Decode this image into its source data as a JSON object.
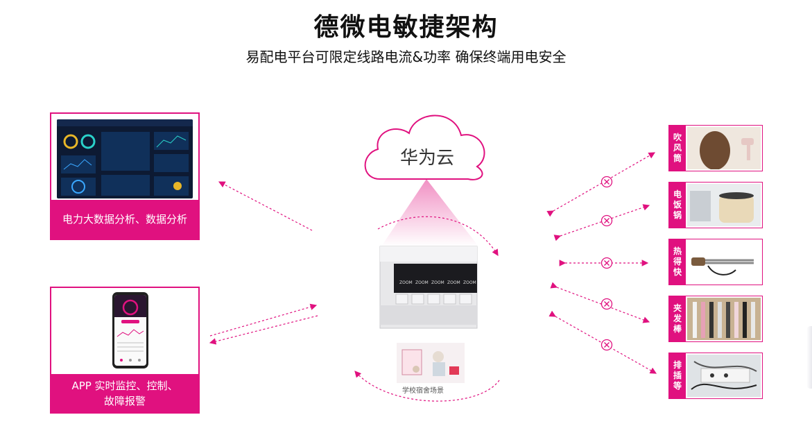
{
  "header": {
    "title": "德微电敏捷架构",
    "subtitle": "易配电平台可限定线路电流&功率  确保终端用电安全"
  },
  "cloud": {
    "label": "华为云"
  },
  "left_cards": [
    {
      "caption": "电力大数据分析、数据分析"
    },
    {
      "caption_line1": "APP 实时监控、控制、",
      "caption_line2": "故障报警"
    }
  ],
  "device": {
    "brand": "ZOOM",
    "scene_label": "学校宿舍场景"
  },
  "appliances": [
    {
      "tag": [
        "吹",
        "风",
        "筒"
      ]
    },
    {
      "tag": [
        "电",
        "饭",
        "锅"
      ]
    },
    {
      "tag": [
        "热",
        "得",
        "快"
      ]
    },
    {
      "tag": [
        "夹",
        "发",
        "棒"
      ]
    },
    {
      "tag": [
        "排",
        "插",
        "等"
      ]
    }
  ],
  "colors": {
    "accent": "#e0117f",
    "dashboard_bg": "#0d1a33",
    "cloud_border": "#e0117f"
  },
  "icons": {
    "blocked": "x-circle-icon",
    "cloud": "cloud-icon"
  }
}
